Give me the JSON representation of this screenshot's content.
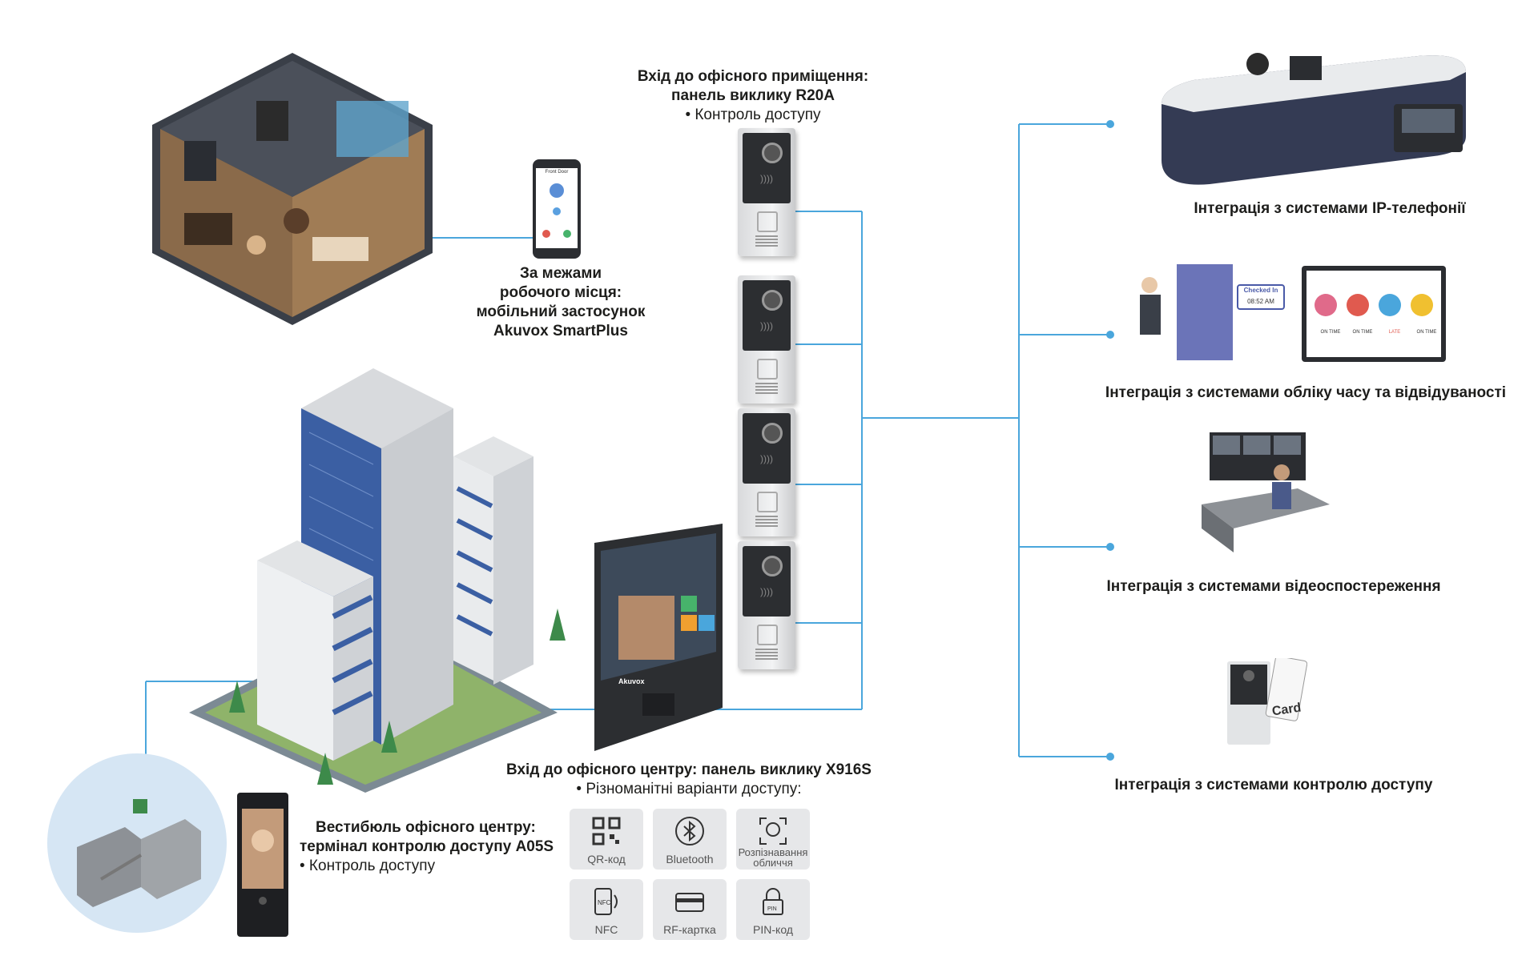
{
  "office_entry": {
    "title_line1": "Вхід до офісного приміщення:",
    "title_line2": "панель виклику R20A",
    "bullet": "• Контроль доступу"
  },
  "remote": {
    "line1": "За межами",
    "line2": "робочого місця:",
    "line3": "мобільний застосунок",
    "line4": "Akuvox SmartPlus"
  },
  "center_entry": {
    "title": "Вхід до офісного центру: панель виклику X916S",
    "bullet": "• Різноманітні варіанти доступу:"
  },
  "lobby": {
    "title_line1": "Вестибюль офісного центру:",
    "title_line2": "термінал контролю доступу A05S",
    "bullet": "• Контроль доступу"
  },
  "access_methods": [
    {
      "label": "QR-код",
      "icon": "qr-code-icon"
    },
    {
      "label": "Bluetooth",
      "icon": "bluetooth-icon"
    },
    {
      "label": "Розпізнавання обличчя",
      "icon": "face-recognition-icon"
    },
    {
      "label": "NFC",
      "icon": "nfc-icon"
    },
    {
      "label": "RF-картка",
      "icon": "rf-card-icon"
    },
    {
      "label": "PIN-код",
      "icon": "pin-code-icon"
    }
  ],
  "integrations": [
    {
      "label": "Інтеграція з системами IP-телефонії"
    },
    {
      "label": "Інтеграція з системами обліку часу та відвідуваності"
    },
    {
      "label": "Інтеграція з системами відеоспостереження"
    },
    {
      "label": "Інтеграція з системами контролю доступу"
    }
  ],
  "attendance_screen": {
    "badge_title": "Checked In",
    "badge_time": "08:52 AM",
    "statuses": [
      "ON TIME",
      "ON TIME",
      "LATE",
      "ON TIME"
    ]
  },
  "card_label": "Card",
  "phone_app": {
    "header": "Front Door"
  },
  "x916s_brand": "Akuvox",
  "colors": {
    "line": "#4aa6dc",
    "building_glass": "#3b5fa3",
    "tile_bg": "#e6e7e9",
    "late": "#e05a4f"
  }
}
